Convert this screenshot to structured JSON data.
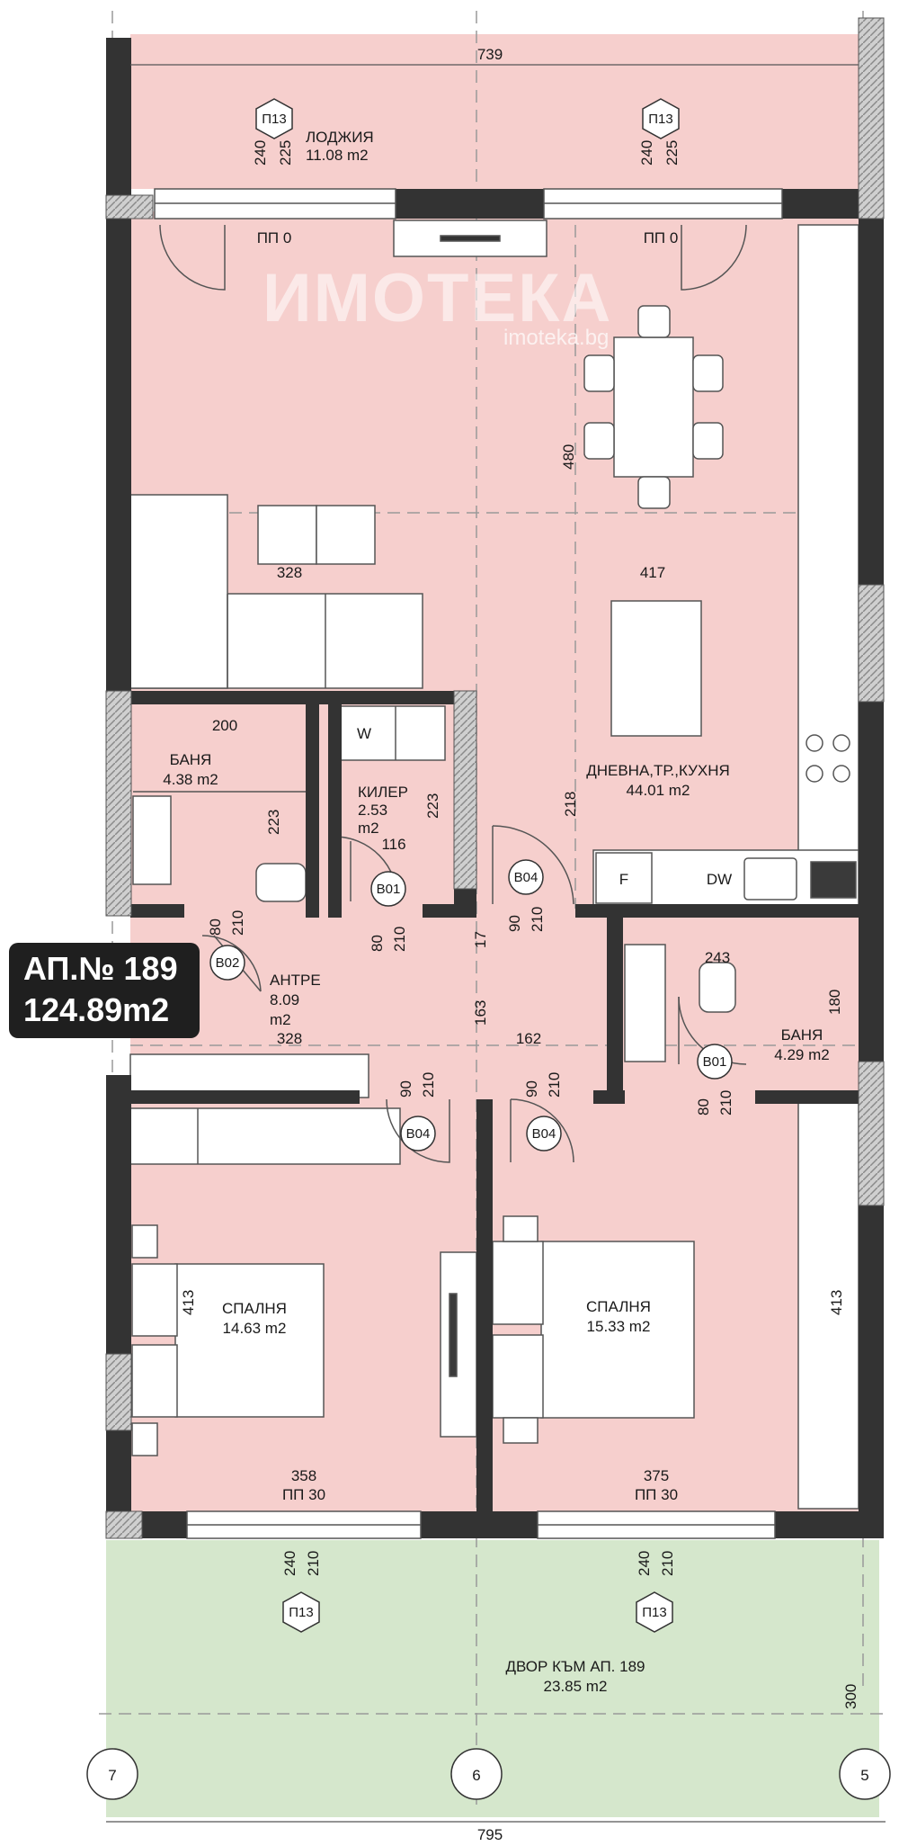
{
  "badge": {
    "number": "АП.№ 189",
    "area": "124.89m2"
  },
  "watermark": {
    "brand": "ИМОТЕКА",
    "url": "imoteka.bg"
  },
  "rooms": {
    "loggia": {
      "name": "ЛОДЖИЯ",
      "area": "11.08 m2"
    },
    "living": {
      "name": "ДНЕВНА,ТР.,КУХНЯ",
      "area": "44.01 m2"
    },
    "bath1": {
      "name": "БАНЯ",
      "area": "4.38 m2"
    },
    "closet": {
      "name": "КИЛЕР",
      "area": "2.53",
      "unit": "m2"
    },
    "hall": {
      "name": "АНТРЕ",
      "area": "8.09",
      "unit": "m2"
    },
    "bath2": {
      "name": "БАНЯ",
      "area": "4.29 m2"
    },
    "bed1": {
      "name": "СПАЛНЯ",
      "area": "14.63 m2"
    },
    "bed2": {
      "name": "СПАЛНЯ",
      "area": "15.33 m2"
    },
    "yard": {
      "name": "ДВОР КЪМ АП. 189",
      "area": "23.85 m2"
    }
  },
  "dimensions": {
    "top_width": "739",
    "loggia_w1": "240",
    "loggia_w2": "225",
    "loggia_sill": "ПП 0",
    "living_h": "480",
    "living_left_w": "328",
    "living_right_w": "417",
    "bath1_w": "200",
    "bath1_h": "223",
    "closet_h": "223",
    "closet_w": "116",
    "hall_w": "328",
    "hall_h": "163",
    "hall_gap": "17",
    "hall_right_w": "162",
    "bath2_w": "243",
    "bath2_h": "180",
    "door_w_80": "80",
    "door_w_90": "90",
    "door_h": "210",
    "bed1_h": "413",
    "bed2_h": "413",
    "bed1_w": "358",
    "bed2_w": "375",
    "window_sill": "ПП 30",
    "win_w": "240",
    "win_h": "210",
    "yard_h": "300",
    "bottom_width": "795"
  },
  "tags": {
    "window": "П13",
    "door_bath": "В02",
    "door_closet": "В01",
    "door_room": "В04",
    "door_bath2": "В01"
  },
  "appliances": {
    "wardrobe": "W",
    "fridge": "F",
    "dishwasher": "DW"
  },
  "axes": {
    "left": "7",
    "middle": "6",
    "right": "5"
  },
  "colors": {
    "room_fill": "#f6cfcd",
    "yard_fill": "#d5e7cc",
    "wall": "#333333",
    "badge": "#1f1f1f"
  }
}
